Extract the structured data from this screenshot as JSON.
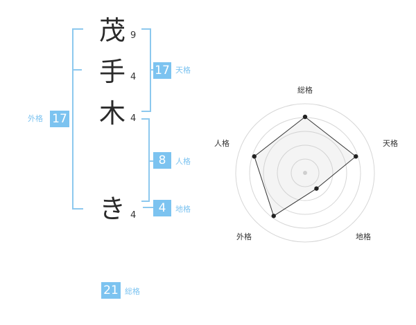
{
  "name": {
    "chars": [
      "茂",
      "手",
      "木",
      "き"
    ],
    "strokes": [
      "9",
      "4",
      "4",
      "4"
    ]
  },
  "kakusu": {
    "tenkaku": {
      "value": "17",
      "label": "天格"
    },
    "jinkaku": {
      "value": "8",
      "label": "人格"
    },
    "chikaku": {
      "value": "4",
      "label": "地格"
    },
    "gaikaku": {
      "value": "17",
      "label": "外格"
    },
    "soukaku": {
      "value": "21",
      "label": "総格"
    }
  },
  "radar": {
    "labels": {
      "top": "総格",
      "right": "天格",
      "bottom_right": "地格",
      "bottom_left": "外格",
      "left": "人格"
    },
    "values": {
      "soukaku": 0.81,
      "tenkaku": 0.77,
      "chikaku": 0.28,
      "gaikaku": 0.77,
      "jinkaku": 0.77
    }
  }
}
